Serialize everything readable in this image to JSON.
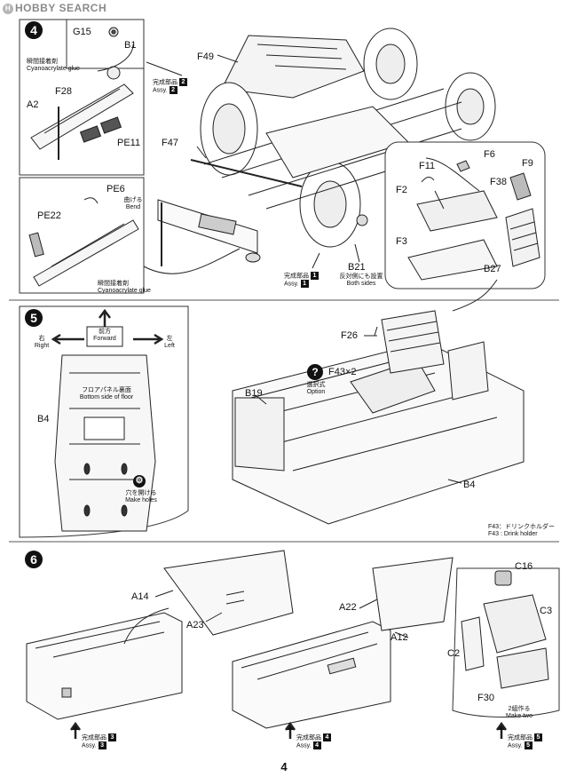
{
  "watermark": {
    "brand": "HOBBY SEARCH"
  },
  "page_number": "4",
  "step4": {
    "number": "4",
    "g15": "G15",
    "b1": "B1",
    "glue1_jp": "瞬間接着剤",
    "glue1_en": "Cyanoacrylate glue",
    "f28": "F28",
    "a2": "A2",
    "pe11": "PE11",
    "pe6": "PE6",
    "bend_jp": "曲げる",
    "bend_en": "Bend",
    "pe22": "PE22",
    "glue2_jp": "瞬間接着剤",
    "glue2_en": "Cyanoacrylate glue",
    "f49": "F49",
    "assy2_jp": "完成部品",
    "assy2_num": "2",
    "assy2_en": "Assy.",
    "f47": "F47",
    "assy1_jp": "完成部品",
    "assy1_num": "1",
    "assy1_en": "Assy.",
    "b21": "B21",
    "both_jp": "反対側にも設置",
    "both_en": "Both sides",
    "f11": "F11",
    "f6": "F6",
    "f9": "F9",
    "f2": "F2",
    "f38": "F38",
    "f3": "F3",
    "b27": "B27"
  },
  "step5": {
    "number": "5",
    "forward_jp": "前方",
    "forward_en": "Forward",
    "right_jp": "右",
    "right_en": "Right",
    "left_jp": "左",
    "left_en": "Left",
    "floor_jp": "フロアパネル裏面",
    "floor_en": "Bottom side of floor",
    "b4": "B4",
    "holes_jp": "穴を開ける",
    "holes_en": "Make holes",
    "f26": "F26",
    "f43x2": "F43×2",
    "option_jp": "選択式",
    "option_en": "Option",
    "b19": "B19",
    "b4_right": "B4",
    "note_jp": "F43：ドリンクホルダー",
    "note_en": "F43 : Drink holder"
  },
  "step6": {
    "number": "6",
    "a14": "A14",
    "a23": "A23",
    "a22": "A22",
    "a12": "A12",
    "c16": "C16",
    "c3": "C3",
    "c2": "C2",
    "f30": "F30",
    "maketwo_jp": "2組作る",
    "maketwo_en": "Make two",
    "assy3_jp": "完成部品",
    "assy3_num": "3",
    "assy3_en": "Assy.",
    "assy4_jp": "完成部品",
    "assy4_num": "4",
    "assy4_en": "Assy.",
    "assy5_jp": "完成部品",
    "assy5_num": "5",
    "assy5_en": "Assy."
  }
}
